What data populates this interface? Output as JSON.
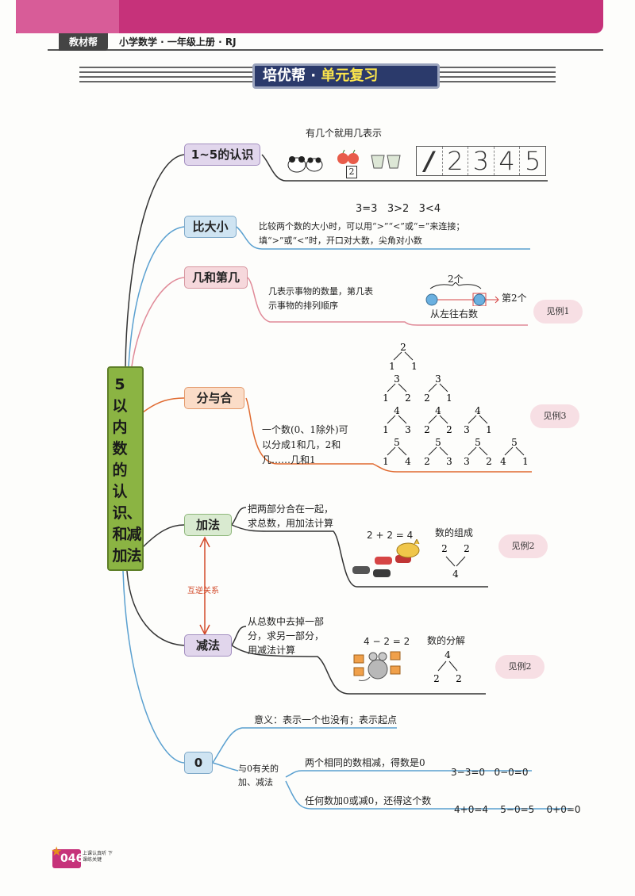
{
  "header": {
    "brand": "教材帮",
    "book_title": "小学数学 · 一年级上册 · RJ",
    "banner_main": "培优帮 · ",
    "banner_highlight": "单元复习"
  },
  "center_title_col1": [
    "5",
    "以",
    "内",
    "数",
    "的",
    "认",
    "识",
    "和",
    "加"
  ],
  "center_title_col2": [
    "、",
    "减",
    "法"
  ],
  "topics": {
    "t1": "1~5的认识",
    "t2": "比大小",
    "t3": "几和第几",
    "t4": "分与合",
    "t5": "加法",
    "t6": "减法",
    "t7": "0"
  },
  "branch1": {
    "caption": "有几个就用几表示",
    "number_tag": "2",
    "digits": [
      "/",
      "2",
      "3",
      "4",
      "5"
    ]
  },
  "branch2": {
    "examples": "3=3   3>2   3<4",
    "line1": "比较两个数的大小时，可以用“>”“<”或“=”来连接；",
    "line2": "填“>”或“<”时，开口对大数，尖角对小数"
  },
  "branch3": {
    "line1": "几表示事物的数量，第几表",
    "line2": "示事物的排列顺序",
    "count_label": "2个",
    "ordinal_label": "第2个",
    "direction": "从左往右数",
    "example": "见例1"
  },
  "branch4": {
    "line1": "一个数(0、1除外)可",
    "line2": "以分成1和几，2和",
    "line3": "几……几和1",
    "example": "见例3",
    "trees": [
      {
        "top": "2",
        "left": "1",
        "right": "1"
      },
      {
        "top": "3",
        "left": "1",
        "right": "2"
      },
      {
        "top": "3",
        "left": "2",
        "right": "1"
      },
      {
        "top": "4",
        "left": "1",
        "right": "3"
      },
      {
        "top": "4",
        "left": "2",
        "right": "2"
      },
      {
        "top": "4",
        "left": "3",
        "right": "1"
      },
      {
        "top": "5",
        "left": "1",
        "right": "4"
      },
      {
        "top": "5",
        "left": "2",
        "right": "3"
      },
      {
        "top": "5",
        "left": "3",
        "right": "2"
      },
      {
        "top": "5",
        "left": "4",
        "right": "1"
      }
    ]
  },
  "branch5": {
    "line1": "把两部分合在一起，",
    "line2": "求总数，用加法计算",
    "equation": "2 + 2 = 4",
    "composition_title": "数的组成",
    "parts": [
      "2",
      "2"
    ],
    "total": "4",
    "example": "见例2"
  },
  "inverse_label": "互逆关系",
  "branch6": {
    "line1": "从总数中去掉一部",
    "line2": "分，求另一部分，",
    "line3": "用减法计算",
    "equation": "4 − 2 = 2",
    "decomposition_title": "数的分解",
    "total": "4",
    "parts": [
      "2",
      "2"
    ],
    "example": "见例2"
  },
  "branch7": {
    "meaning": "意义：表示一个也没有；表示起点",
    "related_line1": "与0有关的",
    "related_line2": "加、减法",
    "rule1": "两个相同的数相减，得数是0",
    "rule1_examples": "3−3=0   0−0=0",
    "rule2": "任何数加0或减0，还得这个数",
    "rule2_examples": "4+0=4    5−0=5    0+0=0"
  },
  "footer": {
    "page": "046",
    "sub": "上课认真听 下课练关键"
  }
}
